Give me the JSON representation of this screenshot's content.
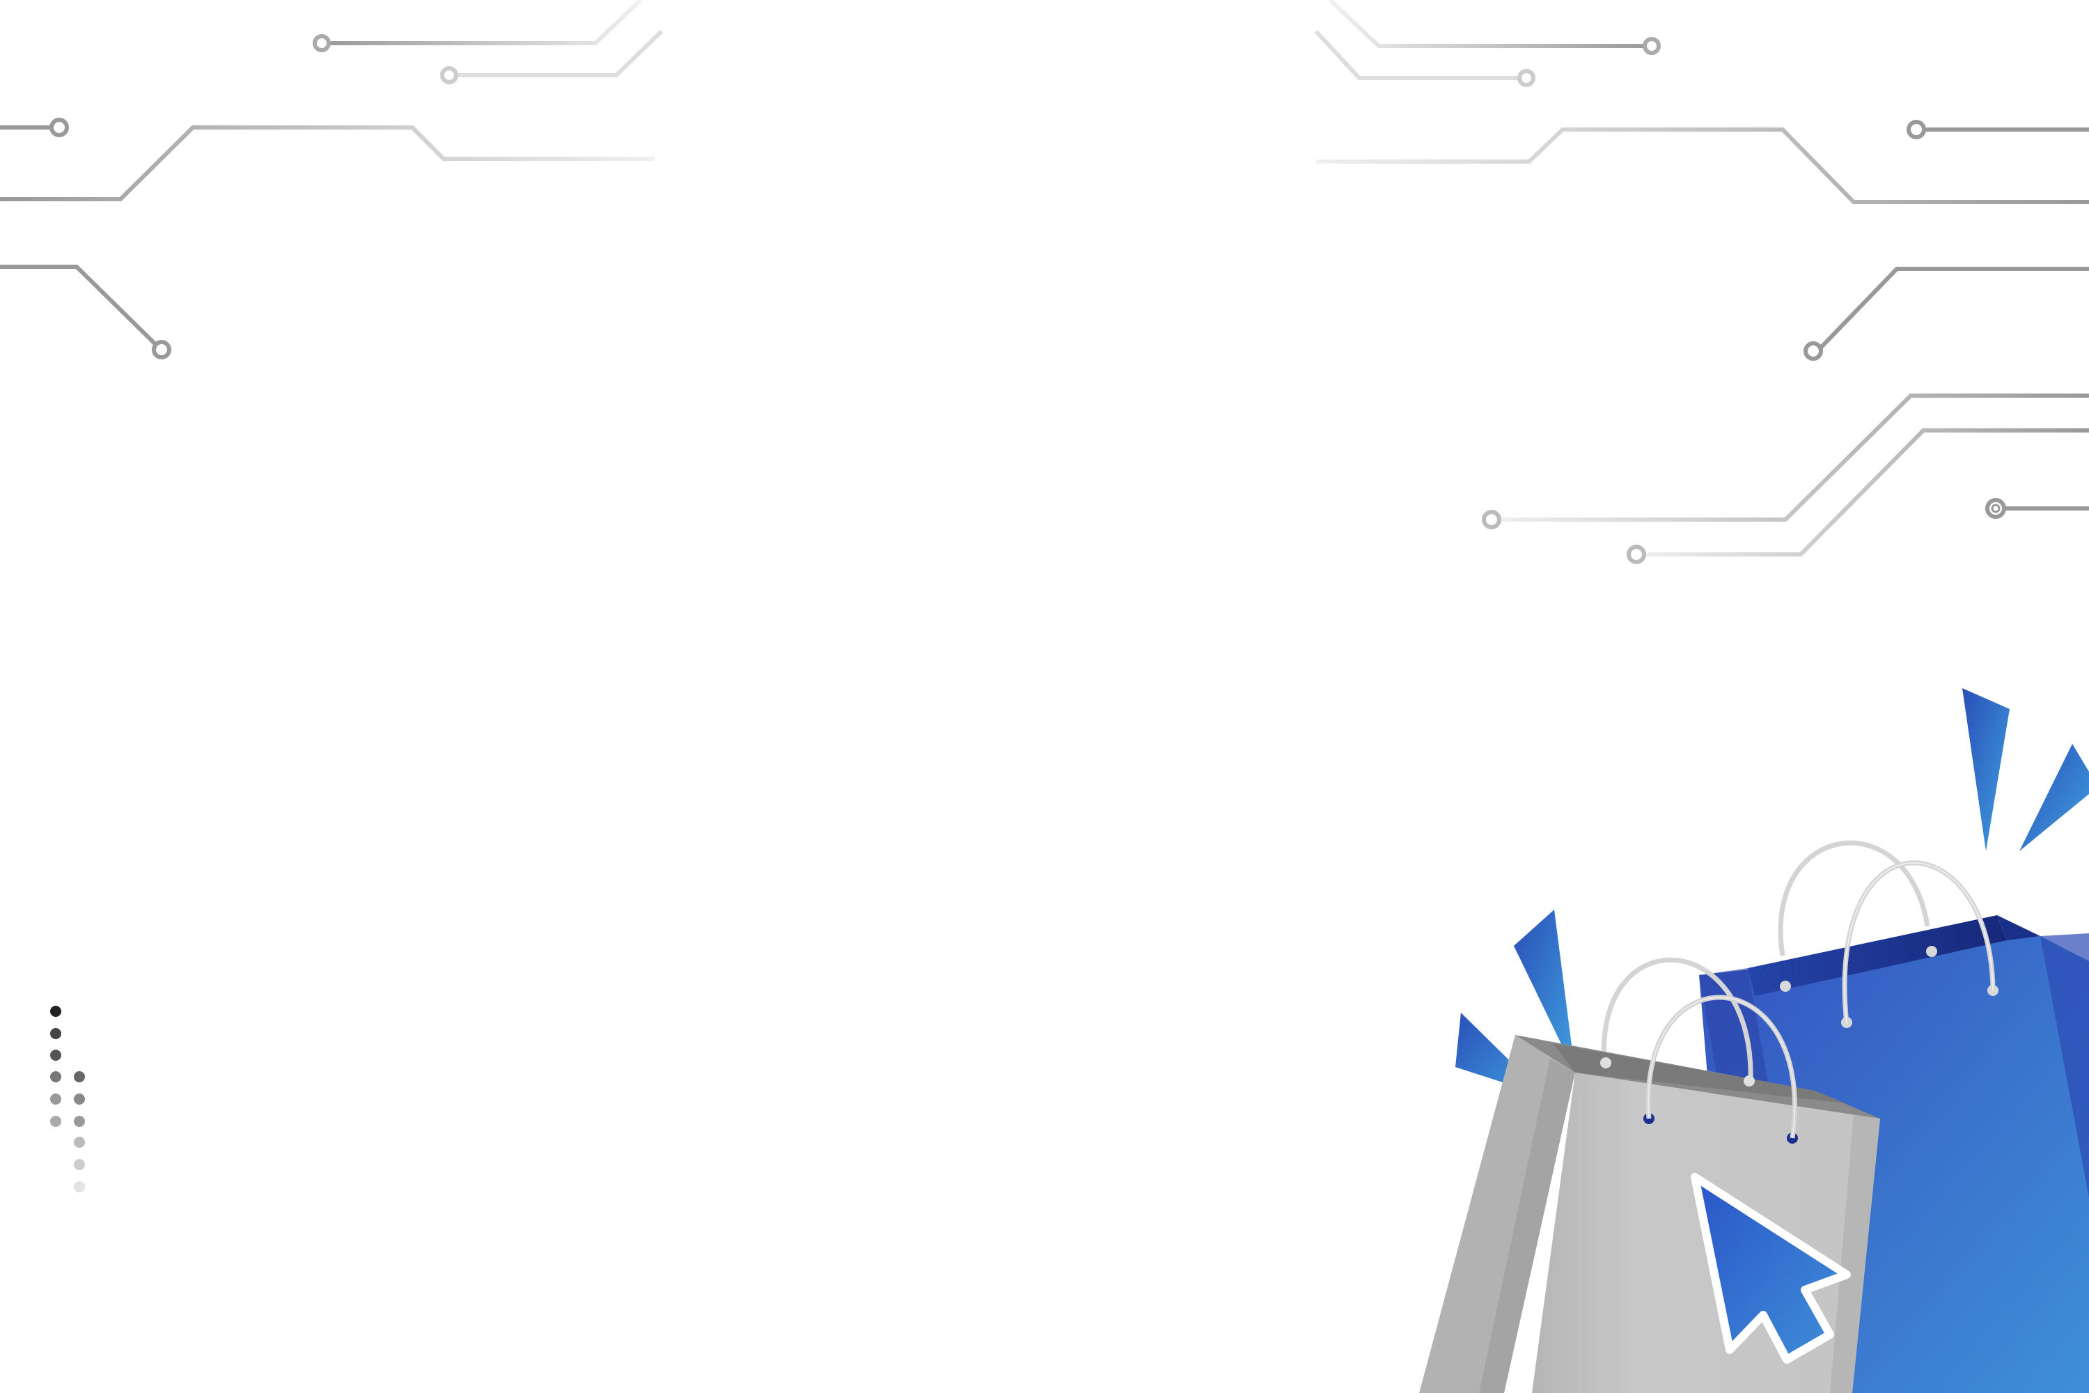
{
  "canvas": {
    "background": "#ffffff"
  },
  "colors": {
    "circuit_dark": "#9a9a9a",
    "circuit_light": "#d6d6d6",
    "blue_dark": "#1c2f8c",
    "blue_mid": "#3a5fc8",
    "blue_light": "#3f8fd8",
    "gray_bag": "#c6c6c6",
    "gray_bag_side": "#a9a9a9",
    "handle": "#d4d4d4",
    "cursor_fill": "#3468d0",
    "cursor_outline": "#ffffff"
  },
  "decorations": {
    "circuit_left": "circuit-lines",
    "circuit_right": "circuit-lines",
    "dots": "dot-pattern",
    "shopping_bags": "shopping-bag-icon",
    "cursor": "mouse-cursor-icon",
    "sparks": "spark-triangles"
  }
}
